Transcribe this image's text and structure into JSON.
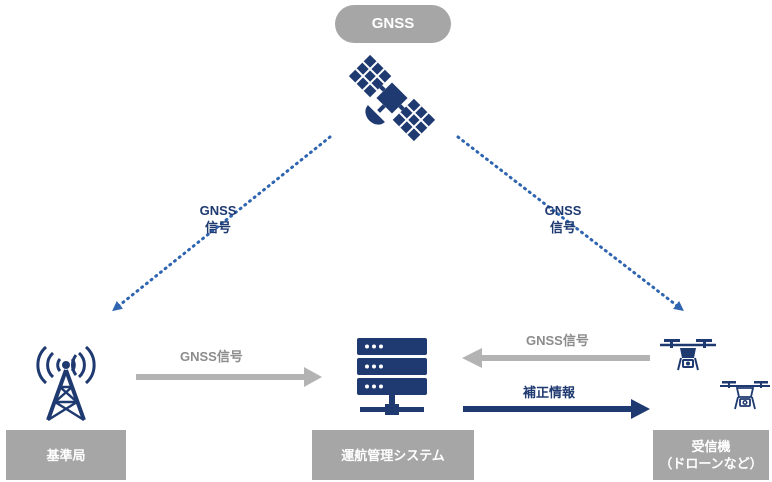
{
  "satellite": {
    "label": "GNSS",
    "icon": "satellite-icon"
  },
  "signals": {
    "left_label_line1": "GNSS",
    "left_label_line2": "信号",
    "right_label_line1": "GNSS",
    "right_label_line2": "信号"
  },
  "arrows": {
    "base_to_system": "GNSS信号",
    "receiver_to_system": "GNSS信号",
    "system_to_receiver": "補正情報"
  },
  "nodes": {
    "base_station": {
      "label": "基準局",
      "icon": "radio-tower-icon"
    },
    "system": {
      "label": "運航管理システム",
      "icon": "server-icon"
    },
    "receiver": {
      "label_line1": "受信機",
      "label_line2": "（ドローンなど）",
      "icon": "drone-icon"
    }
  },
  "colors": {
    "navy": "#1f3a70",
    "dotted_blue": "#2e64b0",
    "gray": "#a6a6a6",
    "arrow_gray": "#b3b3b3"
  }
}
